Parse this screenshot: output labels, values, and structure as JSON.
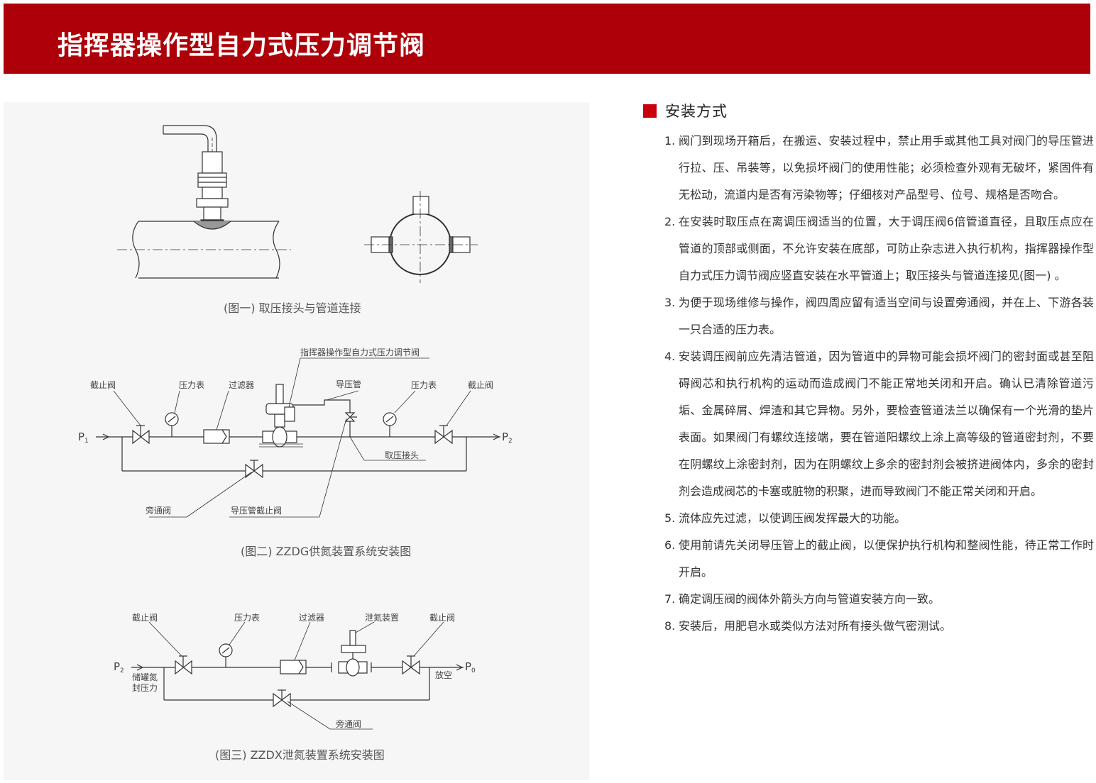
{
  "header": {
    "title": "指挥器操作型自力式压力调节阀"
  },
  "figures": {
    "fig1_caption": "(图一) 取压接头与管道连接",
    "fig2_caption": "(图二) ZZDG供氮装置系统安装图",
    "fig3_caption": "(图三) ZZDX泄氮装置系统安装图",
    "fig2": {
      "valve_label": "指挥器操作型自力式压力调节阀",
      "shutoff_left": "截止阀",
      "gauge_left": "压力表",
      "filter": "过滤器",
      "pilot_pipe": "导压管",
      "gauge_right": "压力表",
      "shutoff_right": "截止阀",
      "p1": "P",
      "p1_sub": "1",
      "p2": "P",
      "p2_sub": "2",
      "tap": "取压接头",
      "bypass": "旁通阀",
      "pilot_shutoff": "导压管截止阀"
    },
    "fig3": {
      "shutoff_left": "截止阀",
      "gauge": "压力表",
      "filter": "过滤器",
      "relief": "泄氮装置",
      "shutoff_right": "截止阀",
      "p2": "P",
      "p2_sub": "2",
      "p0": "P",
      "p0_sub": "0",
      "tank_line1": "储罐氮",
      "tank_line2": "封压力",
      "vent": "放空",
      "bypass": "旁通阀"
    }
  },
  "install": {
    "title": "安装方式",
    "items": [
      {
        "num": "1.",
        "text": "阀门到现场开箱后，在搬运、安装过程中，禁止用手或其他工具对阀门的导压管进行拉、压、吊装等，以免损坏阀门的使用性能；必须检查外观有无破坏，紧固件有无松动，流道内是否有污染物等；仔细核对产品型号、位号、规格是否吻合。"
      },
      {
        "num": "2.",
        "text": "在安装时取压点在离调压阀适当的位置，大于调压阀6倍管道直径，且取压点应在管道的顶部或侧面，不允许安装在底部，可防止杂志进入执行机构，指挥器操作型自力式压力调节阀应竖直安装在水平管道上；取压接头与管道连接见(图一) 。"
      },
      {
        "num": "3.",
        "text": "为便于现场维修与操作，阀四周应留有适当空间与设置旁通阀，并在上、下游各装一只合适的压力表。"
      },
      {
        "num": "4.",
        "text": "安装调压阀前应先清洁管道，因为管道中的异物可能会损坏阀门的密封面或甚至阻碍阀芯和执行机构的运动而造成阀门不能正常地关闭和开启。确认已清除管道污垢、金属碎屑、焊渣和其它异物。另外，要检查管道法兰以确保有一个光滑的垫片表面。如果阀门有螺纹连接端，要在管道阳螺纹上涂上高等级的管道密封剂，不要在阴螺纹上涂密封剂，因为在阴螺纹上多余的密封剂会被挤进阀体内，多余的密封剂会造成阀芯的卡塞或脏物的积聚，进而导致阀门不能正常关闭和开启。"
      },
      {
        "num": "5.",
        "text": "流体应先过滤，以使调压阀发挥最大的功能。"
      },
      {
        "num": "6.",
        "text": "使用前请先关闭导压管上的截止阀，以便保护执行机构和整阀性能，待正常工作时开启。"
      },
      {
        "num": "7.",
        "text": "确定调压阀的阀体外箭头方向与管道安装方向一致。"
      },
      {
        "num": "8.",
        "text": "安装后，用肥皂水或类似方法对所有接头做气密测试。"
      }
    ]
  }
}
